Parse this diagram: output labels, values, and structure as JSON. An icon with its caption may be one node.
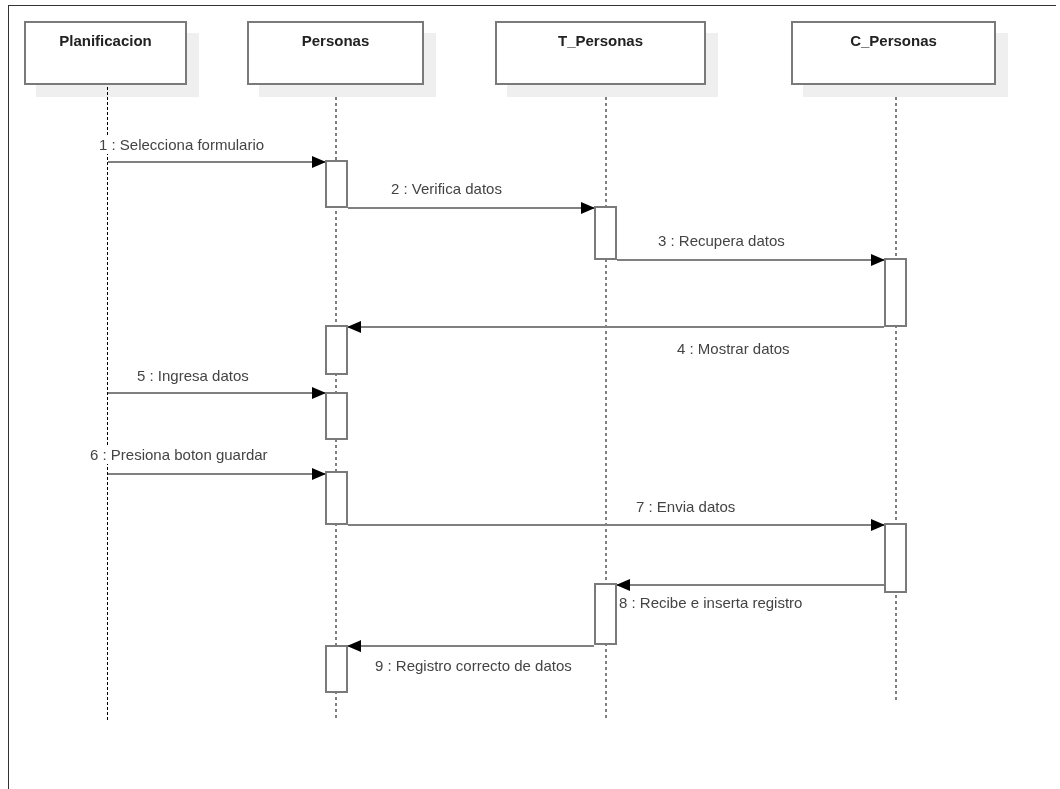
{
  "diagram": {
    "nodes": [
      {
        "text": [
          "Planificacion"
        ]
      },
      {
        "text": [
          "Personas"
        ]
      },
      {
        "text": [
          "T_Personas"
        ]
      },
      {
        "text": [
          "C_Personas"
        ]
      },
      {
        "text": [],
        "shape": "line"
      },
      {
        "text": [],
        "shape": "bar"
      },
      {
        "text": [],
        "shape": "bar"
      },
      {
        "text": [],
        "shape": "bar"
      },
      {
        "text": [],
        "shape": "bar"
      },
      {
        "text": [],
        "shape": "bar"
      },
      {
        "text": [],
        "shape": "bar"
      },
      {
        "text": [],
        "shape": "bar"
      },
      {
        "text": [],
        "shape": "bar"
      },
      {
        "text": [],
        "shape": "bar"
      }
    ],
    "edges": [
      {
        "from": 4,
        "to": 5,
        "arrow": "to",
        "label": "1 : Selecciona formulario"
      },
      {
        "from": 5,
        "to": 6,
        "arrow": "to",
        "label": "2 : Verifica datos"
      },
      {
        "from": 6,
        "to": 7,
        "arrow": "to",
        "label": "3 : Recupera datos"
      },
      {
        "from": 7,
        "to": 8,
        "arrow": "to",
        "label": "4 : Mostrar datos"
      },
      {
        "from": 4,
        "to": 9,
        "arrow": "to",
        "label": "5 : Ingresa datos"
      },
      {
        "from": 4,
        "to": 10,
        "arrow": "to",
        "label": "6 : Presiona boton guardar"
      },
      {
        "from": 10,
        "to": 11,
        "arrow": "to",
        "label": "7 : Envia datos"
      },
      {
        "from": 11,
        "to": 12,
        "arrow": "to",
        "label": "8 : Recibe e inserta registro"
      },
      {
        "from": 12,
        "to": 13,
        "arrow": "to",
        "label": "9 : Registro correcto de datos"
      }
    ]
  }
}
